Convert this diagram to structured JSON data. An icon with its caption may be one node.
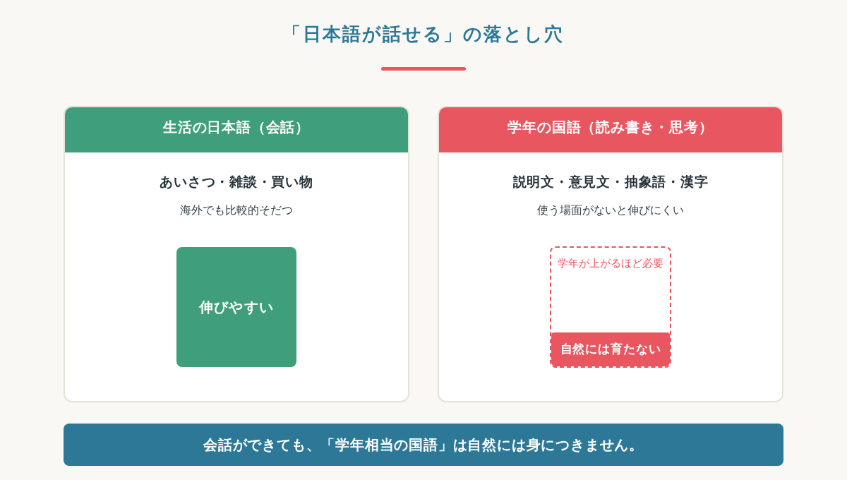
{
  "diagram": {
    "title": "「日本語が話せる」の落とし穴",
    "nodes": [
      {
        "text": [
          "生活の日本語（会話）",
          "あいさつ・雑談・買い物",
          "海外でも比較的そだつ"
        ]
      },
      {
        "text": [
          "伸びやすい"
        ],
        "in": 0
      },
      {
        "text": [
          "学年の国語（読み書き・思考）",
          "説明文・意見文・抽象語・漢字",
          "使う場面がないと伸びにくい"
        ]
      },
      {
        "text": [
          "学年が上がるほど必要"
        ],
        "in": 2
      },
      {
        "text": [
          "自然には育たない"
        ],
        "in": 3
      },
      {
        "text": [
          "会話ができても、「学年相当の国語」は自然には身につきません。"
        ]
      }
    ]
  }
}
